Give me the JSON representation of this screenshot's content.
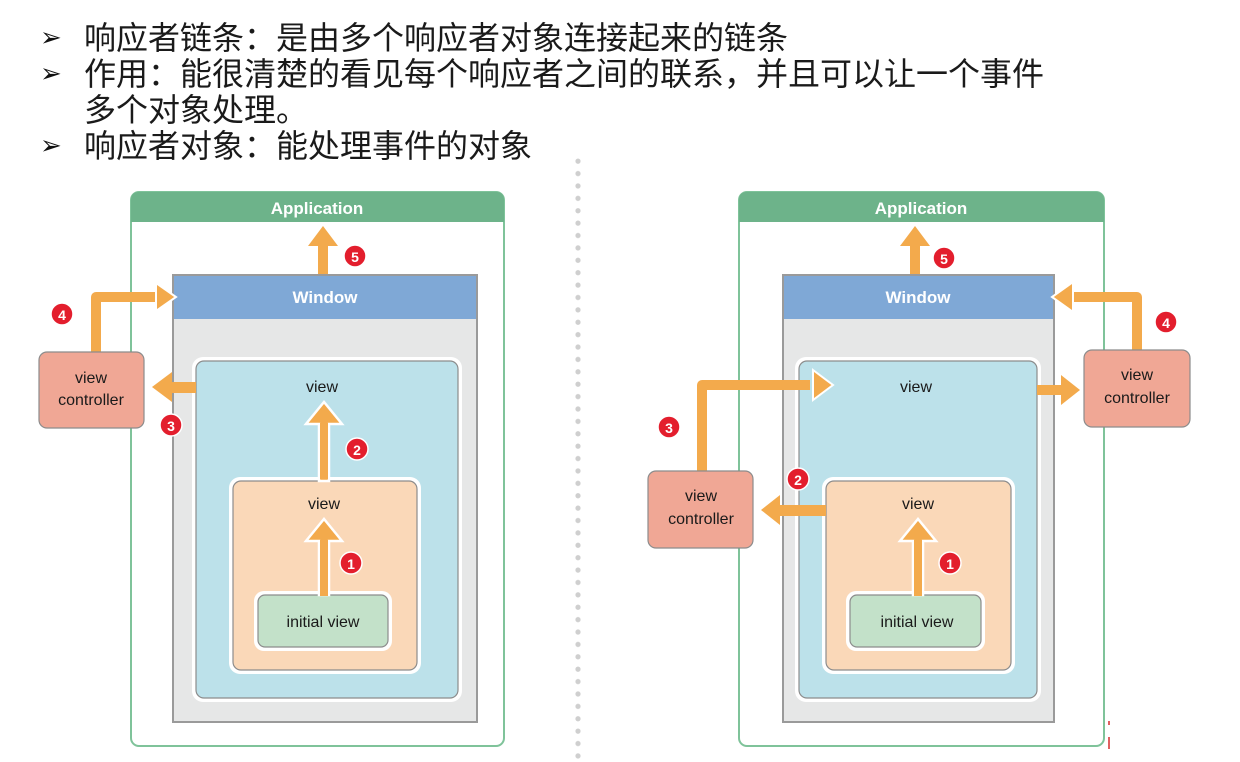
{
  "bullets": [
    {
      "icon": "arrowhead-bullet-icon",
      "lines": [
        "响应者链条：是由多个响应者对象连接起来的链条"
      ]
    },
    {
      "icon": "arrowhead-bullet-icon",
      "lines": [
        "作用：能很清楚的看见每个响应者之间的联系，并且可以让一个事件",
        "多个对象处理。"
      ]
    },
    {
      "icon": "arrowhead-bullet-icon",
      "lines": [
        "响应者对象：能处理事件的对象"
      ]
    }
  ],
  "bullet_glyph": "➢",
  "colors": {
    "application_header": "#6db38a",
    "application_border": "#7fc39a",
    "window_header": "#7fa8d6",
    "window_body": "#e6e7e7",
    "view_blue": "#bce1ea",
    "view_orange": "#fad8b8",
    "initial_view": "#c3e1c9",
    "view_controller": "#f0a795",
    "arrow": "#f3aa4c",
    "step_badge": "#e31e2d",
    "divider": "#cfcfcf"
  },
  "diagrams": [
    {
      "name": "left",
      "application": "Application",
      "window": "Window",
      "outer_view": "view",
      "inner_view": "view",
      "initial_view": "initial view",
      "view_controller": [
        "view",
        "controller"
      ],
      "steps": [
        "1",
        "2",
        "3",
        "4",
        "5"
      ]
    },
    {
      "name": "right",
      "application": "Application",
      "window": "Window",
      "outer_view": "view",
      "inner_view": "view",
      "initial_view": "initial view",
      "view_controller_outer": [
        "view",
        "controller"
      ],
      "view_controller_inner": [
        "view",
        "controller"
      ],
      "steps": [
        "1",
        "2",
        "3",
        "4",
        "5"
      ]
    }
  ]
}
